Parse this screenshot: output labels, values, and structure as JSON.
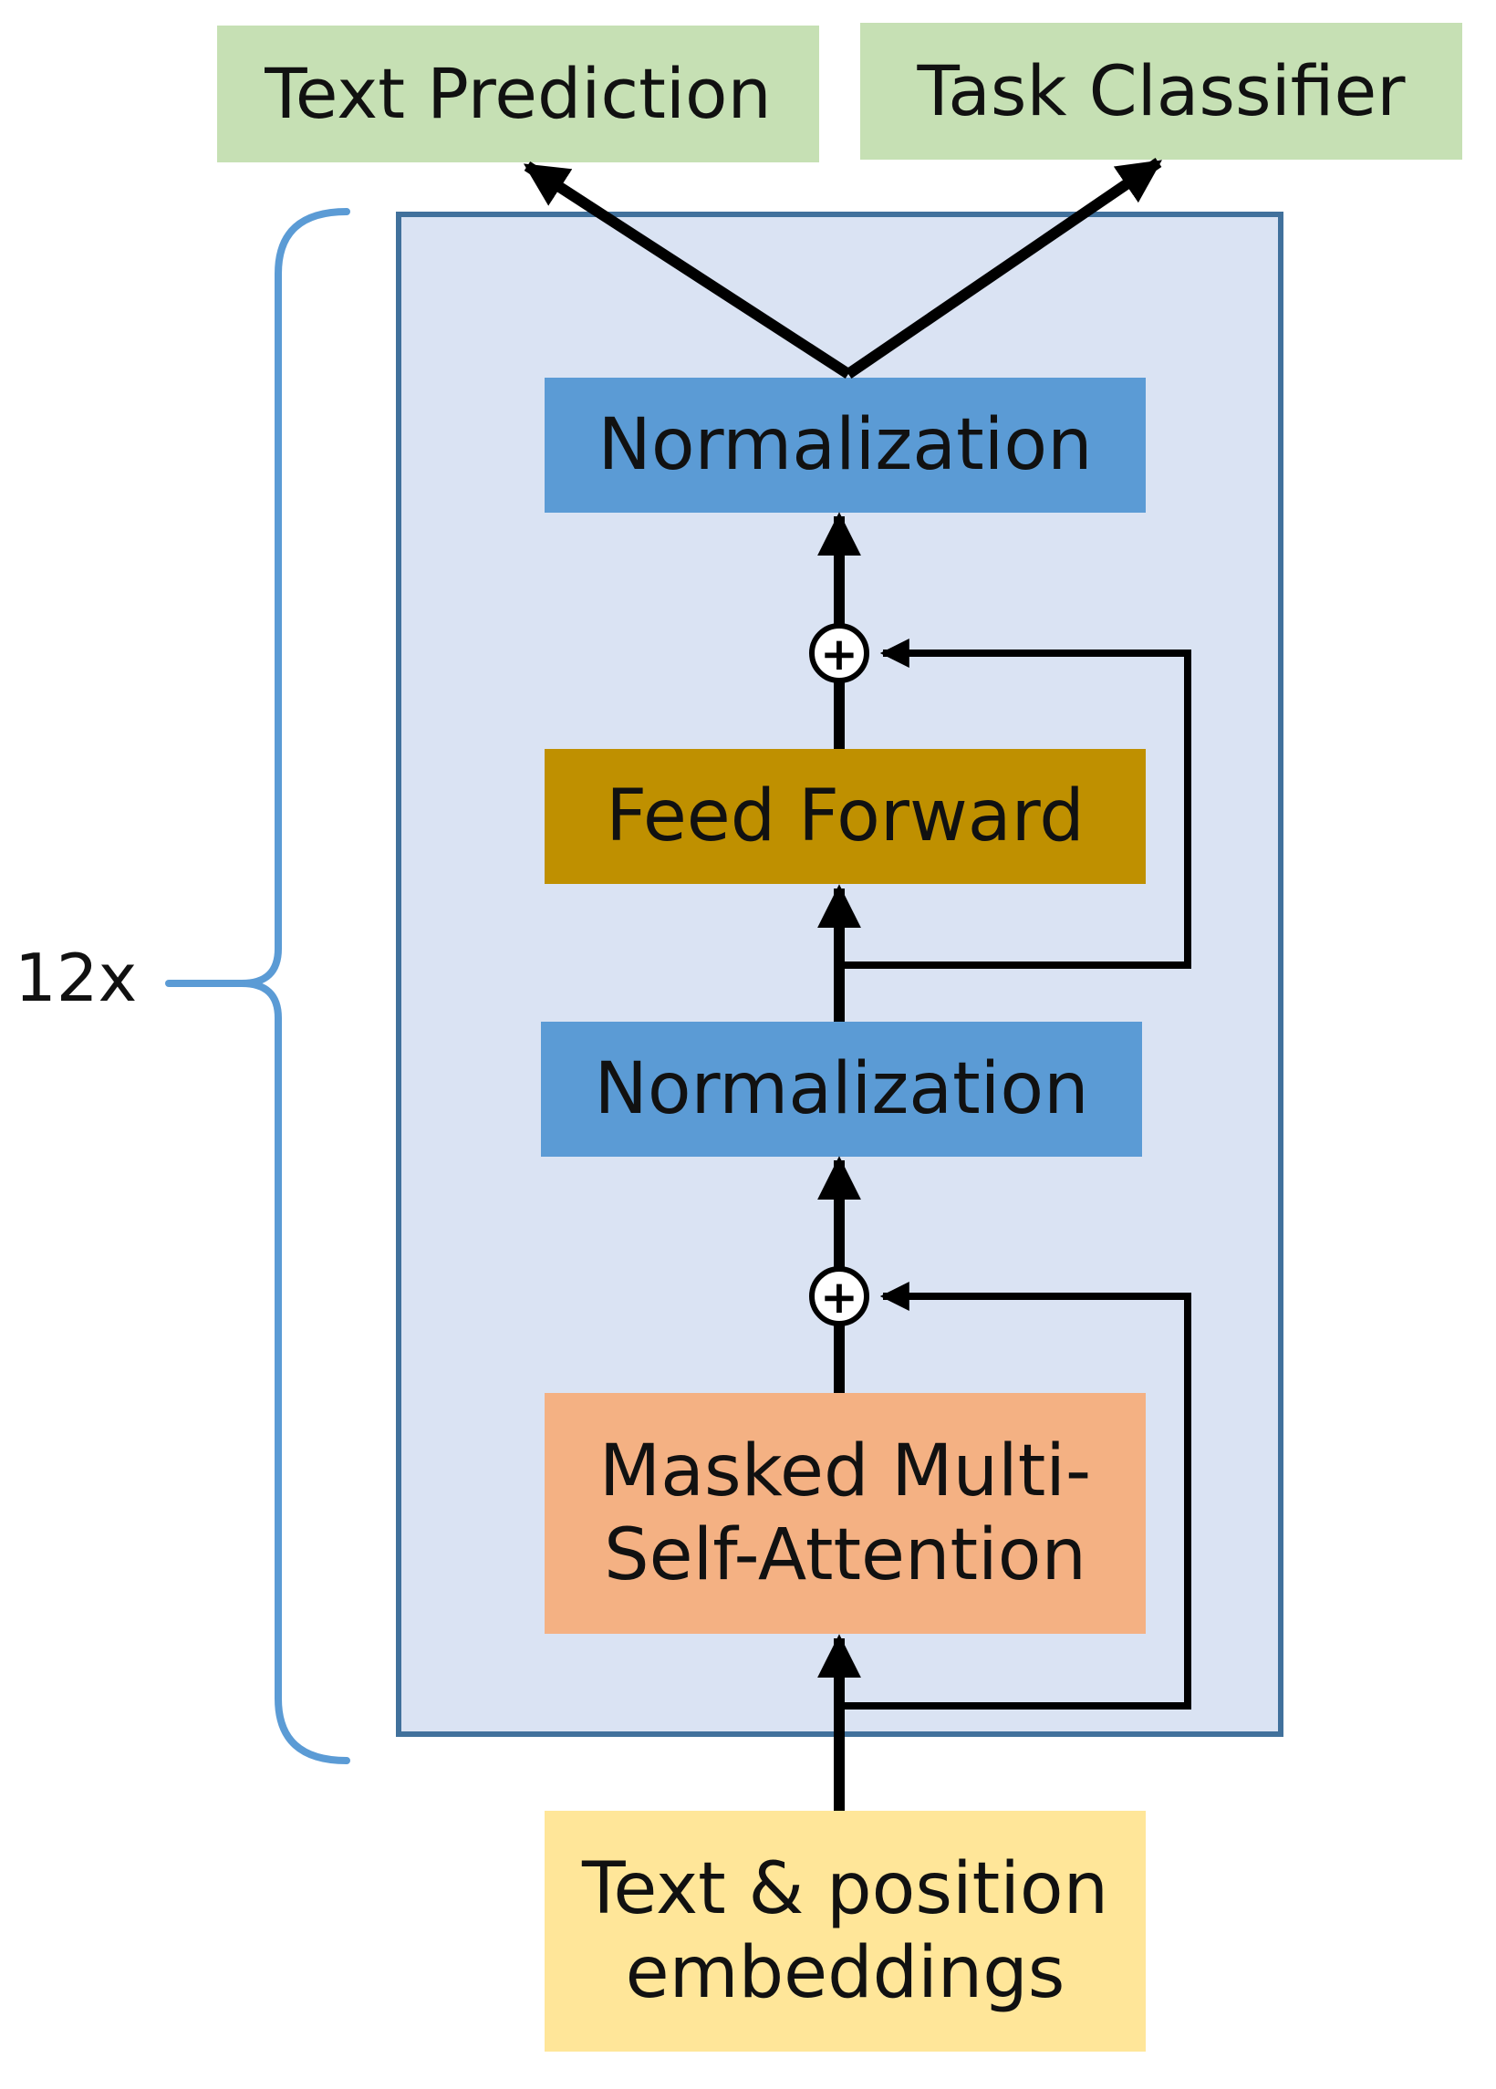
{
  "repeat_label": "12x",
  "outputs": {
    "text_prediction": "Text Prediction",
    "task_classifier": "Task Classifier"
  },
  "layers": {
    "norm_top": "Normalization",
    "feed_forward": "Feed Forward",
    "norm_bottom": "Normalization",
    "attention_line1": "Masked Multi-",
    "attention_line2": "Self-Attention"
  },
  "input": {
    "line1": "Text & position",
    "line2": "embeddings"
  },
  "add_symbol": "+",
  "colors": {
    "output_green": "#c6e0b4",
    "block_fill": "#dae3f3",
    "block_border": "#41719c",
    "normalization_blue": "#5b9bd5",
    "feed_forward_gold": "#bf9000",
    "attention_salmon": "#f4b183",
    "input_yellow": "#ffe699",
    "brace_blue": "#5b9bd5",
    "arrow_black": "#000000"
  }
}
